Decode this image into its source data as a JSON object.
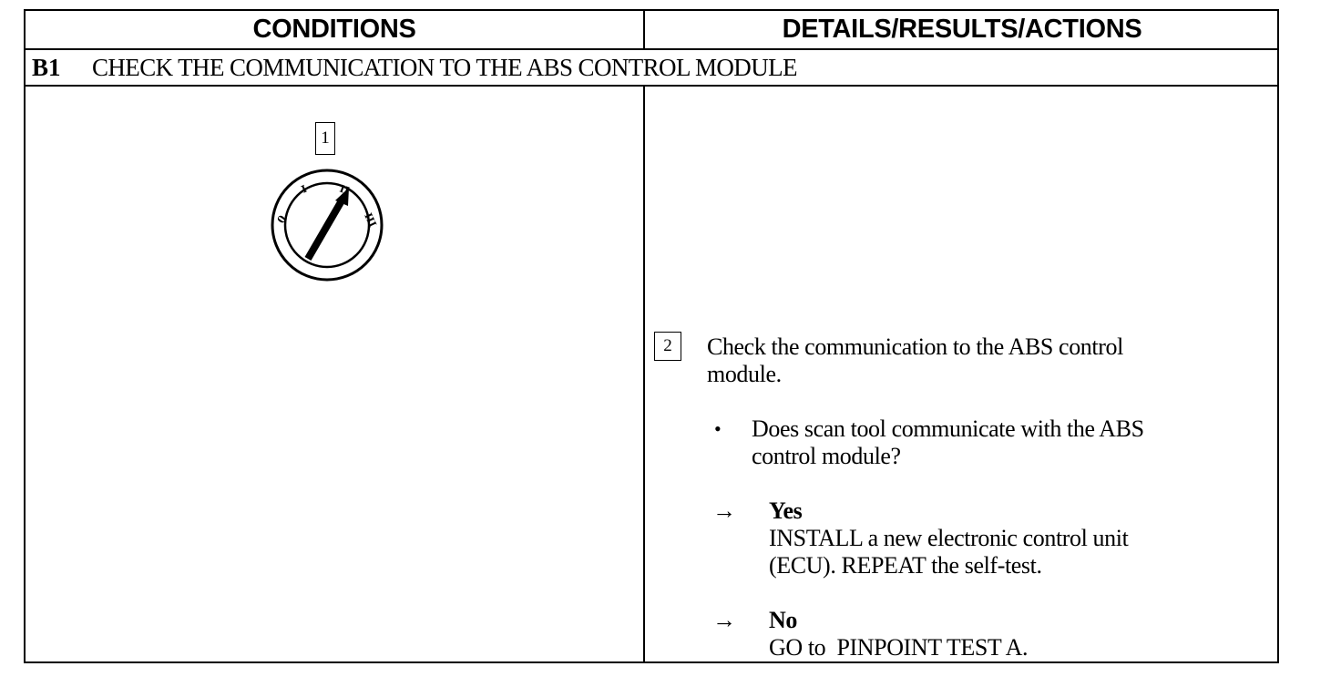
{
  "header": {
    "conditions": "CONDITIONS",
    "details": "DETAILS/RESULTS/ACTIONS"
  },
  "step": {
    "code": "B1",
    "title": "CHECK THE COMMUNICATION TO THE ABS CONTROL MODULE"
  },
  "conditions": {
    "step_number": "1",
    "icon": "ignition-key-switch-icon",
    "key_positions": [
      "0",
      "I",
      "II",
      "III"
    ]
  },
  "details": {
    "step_number": "2",
    "instruction": [
      "Check the communication to the ABS control",
      "module."
    ],
    "bullet": "•",
    "question": [
      "Does scan tool communicate with the ABS",
      "control module?"
    ],
    "arrow": "→",
    "yes": {
      "label": "Yes",
      "action": [
        "INSTALL a new electronic control unit",
        "(ECU). REPEAT the self-test."
      ]
    },
    "no": {
      "label": "No",
      "action": [
        "GO to  PINPOINT TEST A."
      ]
    }
  }
}
